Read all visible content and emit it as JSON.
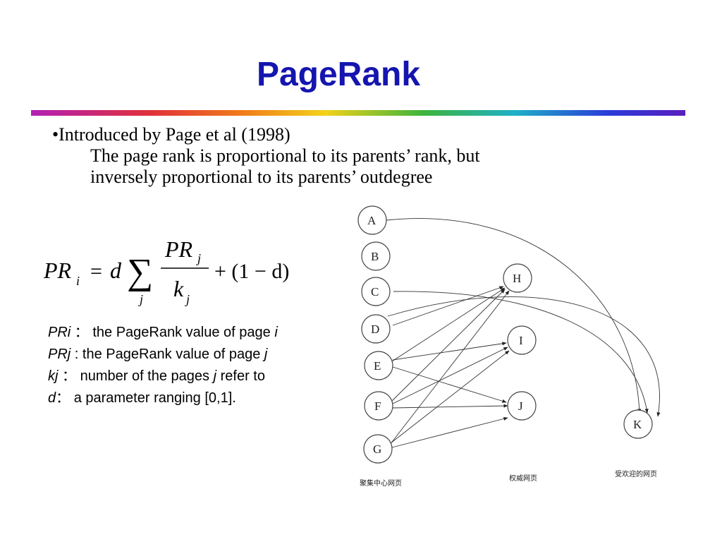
{
  "title": "PageRank",
  "bullet": {
    "head": "•Introduced by Page et al (1998)",
    "line1": "The page rank is proportional to its parents’ rank, but",
    "line2": "inversely proportional to its parents’ outdegree"
  },
  "formula": {
    "lhs": "PR",
    "lhs_sub": "i",
    "eq": "=",
    "d": "d",
    "sigma": "∑",
    "sum_sub": "j",
    "num": "PR",
    "num_sub": "j",
    "den": "k",
    "den_sub": "j",
    "tail": "+ (1 − d)"
  },
  "definitions": [
    {
      "var": "PRi",
      "sep": "：",
      "text_pre": "the PageRank value of page",
      "var_after": "i",
      "text_post": ""
    },
    {
      "var": "PRj",
      "sep": ":",
      "text_pre": "the PageRank value of page",
      "var_after": "j",
      "text_post": ""
    },
    {
      "var": "kj",
      "sep": "：",
      "text_pre": "number of the pages",
      "var_after": "j",
      "text_post": "refer to"
    },
    {
      "var": "d",
      "sep": "：",
      "text_pre": "a parameter ranging [0,1].",
      "var_after": "",
      "text_post": ""
    }
  ],
  "graph": {
    "nodes": [
      "A",
      "B",
      "C",
      "D",
      "E",
      "F",
      "G",
      "H",
      "I",
      "J",
      "K"
    ],
    "captions": [
      "聚集中心网页",
      "权威网页",
      "受欢迎的网页"
    ]
  }
}
